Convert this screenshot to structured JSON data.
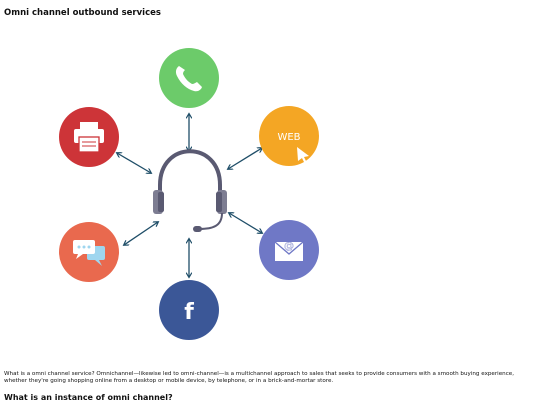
{
  "page": {
    "title": "Omni channel outbound services",
    "body_text": "What is a omni channel service? Omnichannel—likewise led to omni-channel—is a multichannel approach to sales that seeks to provide consumers with a smooth buying experience, whether they're going shopping online from a desktop or mobile device, by telephone, or in a brick-and-mortar store.",
    "subheading": "What is an instance of omni channel?"
  },
  "diagram": {
    "center": {
      "icon": "headset-icon"
    },
    "channels": [
      {
        "id": "phone",
        "icon": "phone-icon",
        "color": "#6ccb6a"
      },
      {
        "id": "web",
        "icon": "web-cursor-icon",
        "label": "WEB",
        "color": "#f4a624"
      },
      {
        "id": "email",
        "icon": "envelope-icon",
        "color": "#6f78c6"
      },
      {
        "id": "facebook",
        "icon": "facebook-icon",
        "label": "f",
        "color": "#3b5797"
      },
      {
        "id": "chat",
        "icon": "chat-bubbles-icon",
        "color": "#e9694e"
      },
      {
        "id": "print",
        "icon": "printer-icon",
        "color": "#cd3438"
      }
    ],
    "arrow_color": "#1f4e68"
  }
}
